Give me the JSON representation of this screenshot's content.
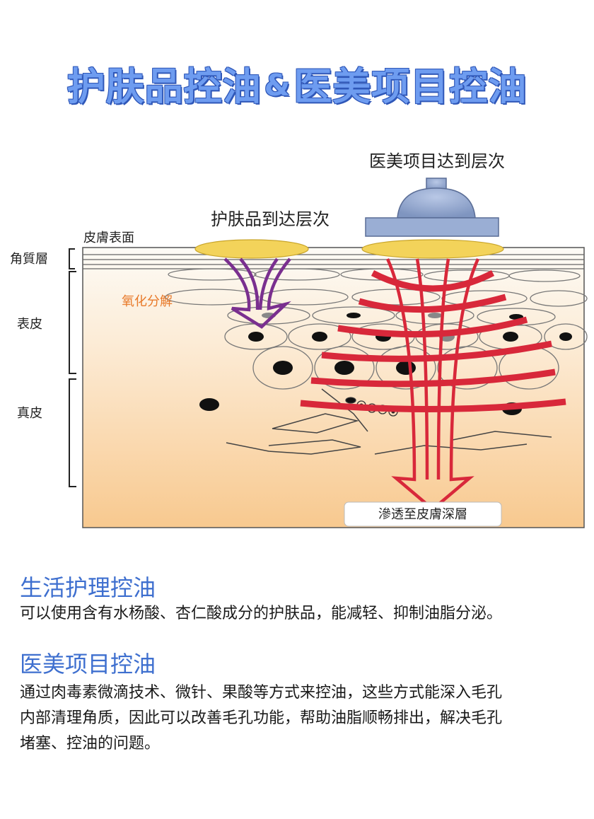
{
  "header": {
    "title_part1": "护肤品控油",
    "ampersand": "&",
    "title_part2": "医美项目控油"
  },
  "diagram": {
    "label_medical_depth": "医美项目达到层次",
    "label_skincare_depth": "护肤品到达层次",
    "label_skin_surface": "皮膚表面",
    "label_stratum_corneum": "角質層",
    "label_epidermis": "表皮",
    "label_dermis": "真皮",
    "label_oxidation": "氧化分解",
    "label_deep_penetration": "滲透至皮膚深層",
    "colors": {
      "skincare_arrow": "#7a2f8f",
      "medical_arrows": "#d8283a",
      "oxidation_text": "#e87a2a",
      "ellipse_fill": "#f3d35a",
      "device": "#8ea3c8",
      "skin_gradient_top": "#fdfbf6",
      "skin_gradient_bottom": "#f8c98f"
    }
  },
  "sections": [
    {
      "title": "生活护理控油",
      "body": "可以使用含有水杨酸、杏仁酸成分的护肤品，能减轻、抑制油脂分泌。"
    },
    {
      "title": "医美项目控油",
      "body_lines": [
        "通过肉毒素微滴技术、微针、果酸等方式来控油，这些方式能深入毛孔",
        "内部清理角质，因此可以改善毛孔功能，帮助油脂顺畅排出，解决毛孔",
        "堵塞、控油的问题。"
      ]
    }
  ]
}
